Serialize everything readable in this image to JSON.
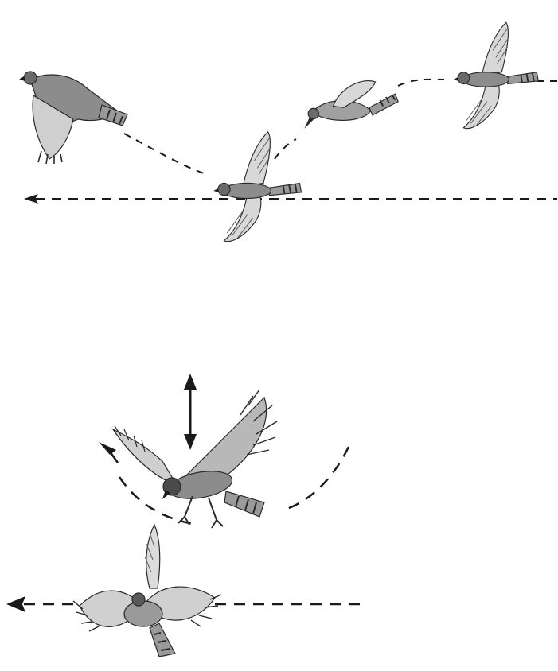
{
  "figure": {
    "panels": [
      {
        "id": "flight-path-top",
        "birds": 4
      },
      {
        "id": "flight-path-bottom",
        "birds": 2
      }
    ],
    "colors": {
      "background": "#ffffff",
      "line": "#1a1a1a",
      "body": "#8c8c8c",
      "body_dark": "#5a5a5a",
      "feather": "#d8d8d8",
      "outline": "#2a2a2a"
    }
  }
}
